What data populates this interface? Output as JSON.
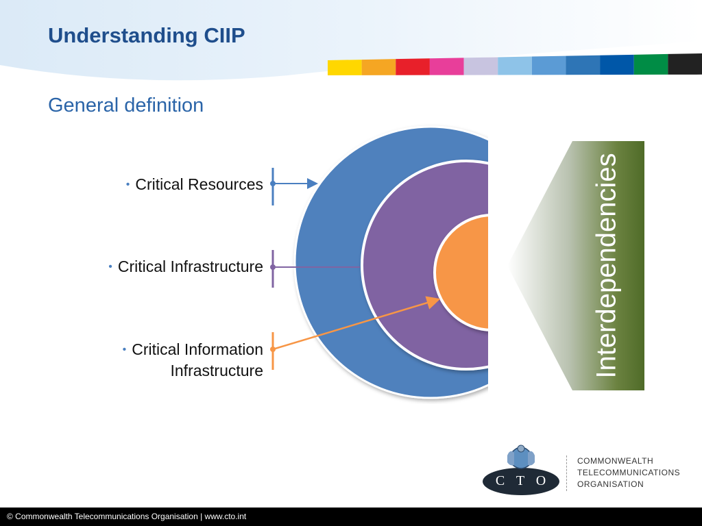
{
  "slide": {
    "title": "Understanding CIIP",
    "subtitle": "General definition"
  },
  "bullets": [
    {
      "text": "Critical Resources"
    },
    {
      "text": "Critical Infrastructure"
    },
    {
      "text_line1": "Critical Information",
      "text_line2": "Infrastructure"
    }
  ],
  "interdependencies_label": "Interdependencies",
  "logo": {
    "letters": "C T O",
    "org_line1": "COMMONWEALTH",
    "org_line2": "TELECOMMUNICATIONS",
    "org_line3": "ORGANISATION"
  },
  "footer": {
    "text": "© Commonwealth Telecommunications Organisation | www.cto.int"
  },
  "colors": {
    "outer_ring": "#4f81bd",
    "middle_ring": "#8064a2",
    "inner_core": "#f79646",
    "title": "#1f4e8c",
    "banner_stripes": [
      "#ffd700",
      "#f5a623",
      "#e8202a",
      "#e83e9a",
      "#c8c4e0",
      "#8ec3e8",
      "#5b9bd5",
      "#2e75b6",
      "#0057a8",
      "#008c45",
      "#222222"
    ]
  }
}
